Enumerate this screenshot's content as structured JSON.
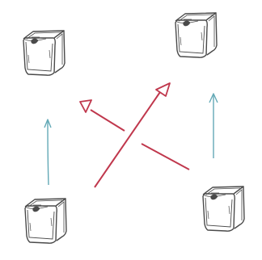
{
  "diagram": {
    "nodes": [
      {
        "id": "top-left",
        "kind": "box"
      },
      {
        "id": "top-right",
        "kind": "box"
      },
      {
        "id": "bottom-left",
        "kind": "box"
      },
      {
        "id": "bottom-right",
        "kind": "box"
      }
    ],
    "edges": [
      {
        "from": "bottom-left",
        "to": "top-left",
        "color": "#63a9b6"
      },
      {
        "from": "bottom-right",
        "to": "top-right",
        "color": "#63a9b6"
      },
      {
        "from": "bottom-right",
        "to": "top-left",
        "color": "#c0384d"
      },
      {
        "from": "bottom-left",
        "to": "top-right",
        "color": "#c0384d"
      }
    ],
    "colors": {
      "box_stroke": "#4a4a4a",
      "background": "#ffffff"
    }
  }
}
